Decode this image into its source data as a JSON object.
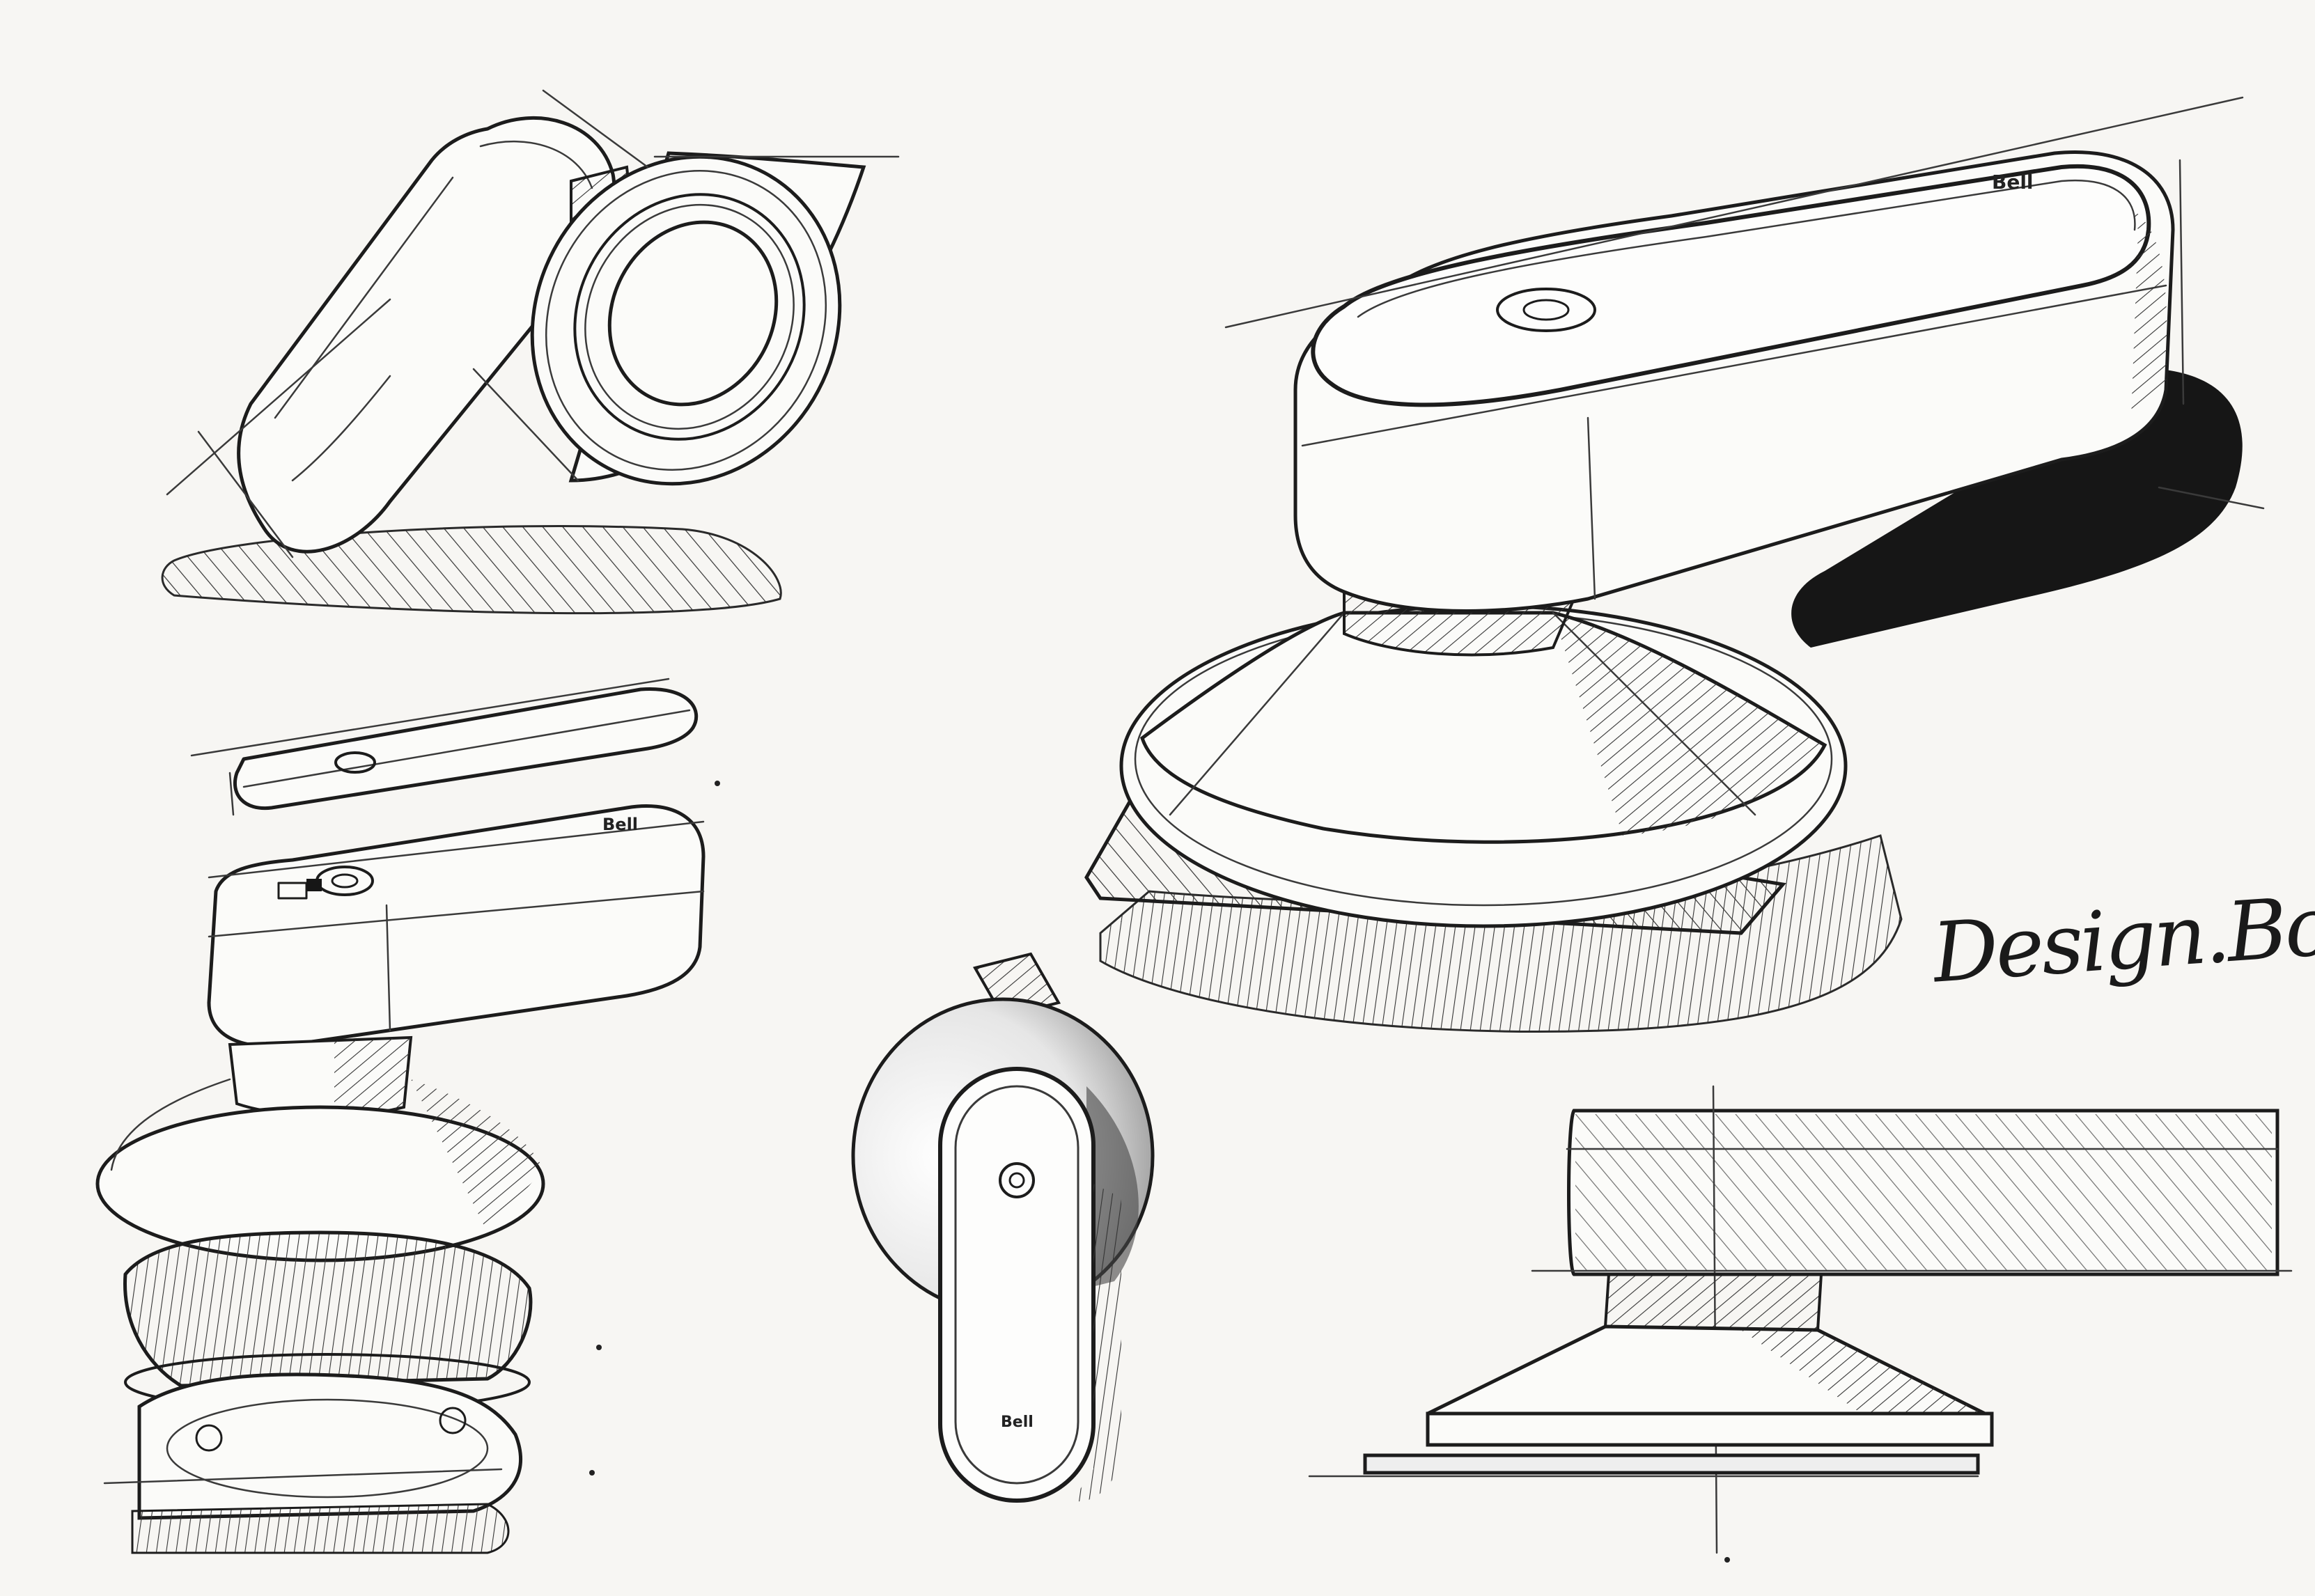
{
  "sheet": {
    "signature": "Design.Bole .",
    "brand_mark": "Bell",
    "views": [
      "tilted-side-view",
      "hero-perspective-view",
      "exploded-view",
      "top-view",
      "side-elevation-view"
    ]
  },
  "colors": {
    "paper": "#f7f6f3",
    "ink": "#1c1c1c",
    "shadow": "#161616"
  }
}
